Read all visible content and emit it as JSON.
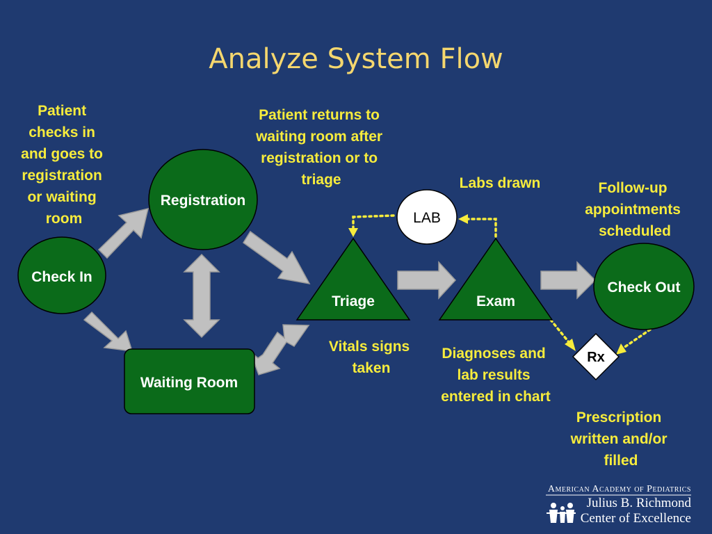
{
  "title": "Analyze System Flow",
  "nodes": {
    "check_in": "Check In",
    "registration": "Registration",
    "waiting_room": "Waiting Room",
    "triage": "Triage",
    "exam": "Exam",
    "lab": "LAB",
    "check_out": "Check Out",
    "rx": "Rx"
  },
  "notes": {
    "check_in_note": [
      "Patient",
      "checks in",
      "and goes to",
      "registration",
      "or waiting",
      "room"
    ],
    "return_note": [
      "Patient returns to",
      "waiting room after",
      "registration or to",
      "triage"
    ],
    "labs_note": [
      "Labs drawn"
    ],
    "followup_note": [
      "Follow-up",
      "appointments",
      "scheduled"
    ],
    "vitals_note": [
      "Vitals signs",
      "taken"
    ],
    "diagnoses_note": [
      "Diagnoses and",
      "lab results",
      "entered in chart"
    ],
    "prescription_note": [
      "Prescription",
      "written and/or",
      "filled"
    ]
  },
  "logo": {
    "org": "American Academy of Pediatrics",
    "line1": "Julius B. Richmond",
    "line2": "Center of Excellence"
  },
  "colors": {
    "background": "#1f3a70",
    "node_green": "#0b6b1a",
    "note_yellow": "#f7ec3c",
    "title_yellow": "#f5d76e",
    "arrow_gray": "#c0c0c0"
  }
}
